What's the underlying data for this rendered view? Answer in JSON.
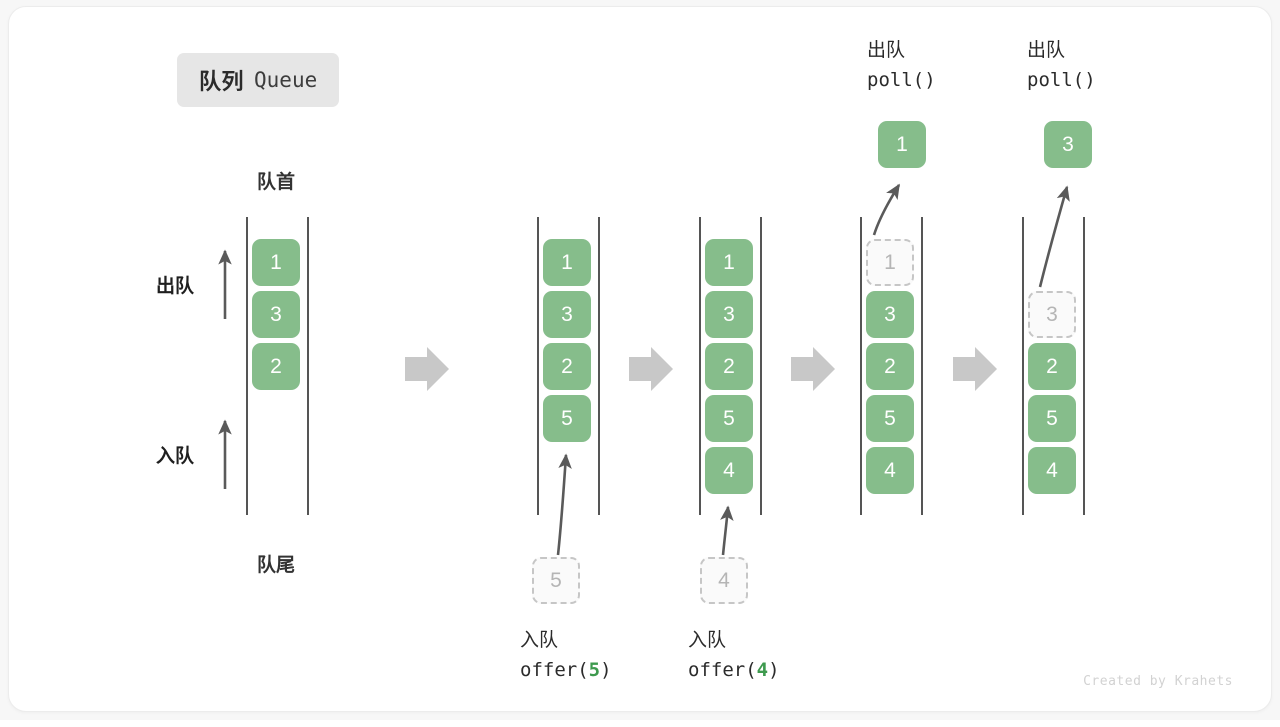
{
  "title": {
    "cn": "队列",
    "en": "Queue"
  },
  "labels": {
    "head": "队首",
    "tail": "队尾",
    "dequeue_side": "出队",
    "enqueue_side": "入队"
  },
  "footer": "Created by Krahets",
  "colors": {
    "element_fill": "#86bd8b",
    "element_text": "#ffffff",
    "ghost_border": "#c6c6c6",
    "ghost_text": "#b5b5b5",
    "rail": "#555555",
    "flow_arrow": "#c8c8c8",
    "accent_green": "#3e9a4e",
    "badge_bg": "#e6e6e6"
  },
  "columns": [
    {
      "id": "state-initial",
      "cells": [
        {
          "value": "1",
          "state": "filled"
        },
        {
          "value": "3",
          "state": "filled"
        },
        {
          "value": "2",
          "state": "filled"
        }
      ],
      "pending": null,
      "popped": null,
      "caption_cn": null,
      "caption_code": null
    },
    {
      "id": "state-after-offer-5",
      "cells": [
        {
          "value": "1",
          "state": "filled"
        },
        {
          "value": "3",
          "state": "filled"
        },
        {
          "value": "2",
          "state": "filled"
        },
        {
          "value": "5",
          "state": "filled"
        }
      ],
      "pending": {
        "value": "5"
      },
      "popped": null,
      "caption_cn": "入队",
      "caption_code": "offer(5)",
      "caption_arg": "5"
    },
    {
      "id": "state-after-offer-4",
      "cells": [
        {
          "value": "1",
          "state": "filled"
        },
        {
          "value": "3",
          "state": "filled"
        },
        {
          "value": "2",
          "state": "filled"
        },
        {
          "value": "5",
          "state": "filled"
        },
        {
          "value": "4",
          "state": "filled"
        }
      ],
      "pending": {
        "value": "4"
      },
      "popped": null,
      "caption_cn": "入队",
      "caption_code": "offer(4)",
      "caption_arg": "4"
    },
    {
      "id": "state-after-poll-1",
      "cells": [
        {
          "value": "1",
          "state": "ghost"
        },
        {
          "value": "3",
          "state": "filled"
        },
        {
          "value": "2",
          "state": "filled"
        },
        {
          "value": "5",
          "state": "filled"
        },
        {
          "value": "4",
          "state": "filled"
        }
      ],
      "pending": null,
      "popped": {
        "value": "1"
      },
      "caption_cn": "出队",
      "caption_code": "poll()"
    },
    {
      "id": "state-after-poll-3",
      "cells": [
        {
          "value": "",
          "state": "empty"
        },
        {
          "value": "3",
          "state": "ghost"
        },
        {
          "value": "2",
          "state": "filled"
        },
        {
          "value": "5",
          "state": "filled"
        },
        {
          "value": "4",
          "state": "filled"
        }
      ],
      "pending": null,
      "popped": {
        "value": "3"
      },
      "caption_cn": "出队",
      "caption_code": "poll()"
    }
  ]
}
